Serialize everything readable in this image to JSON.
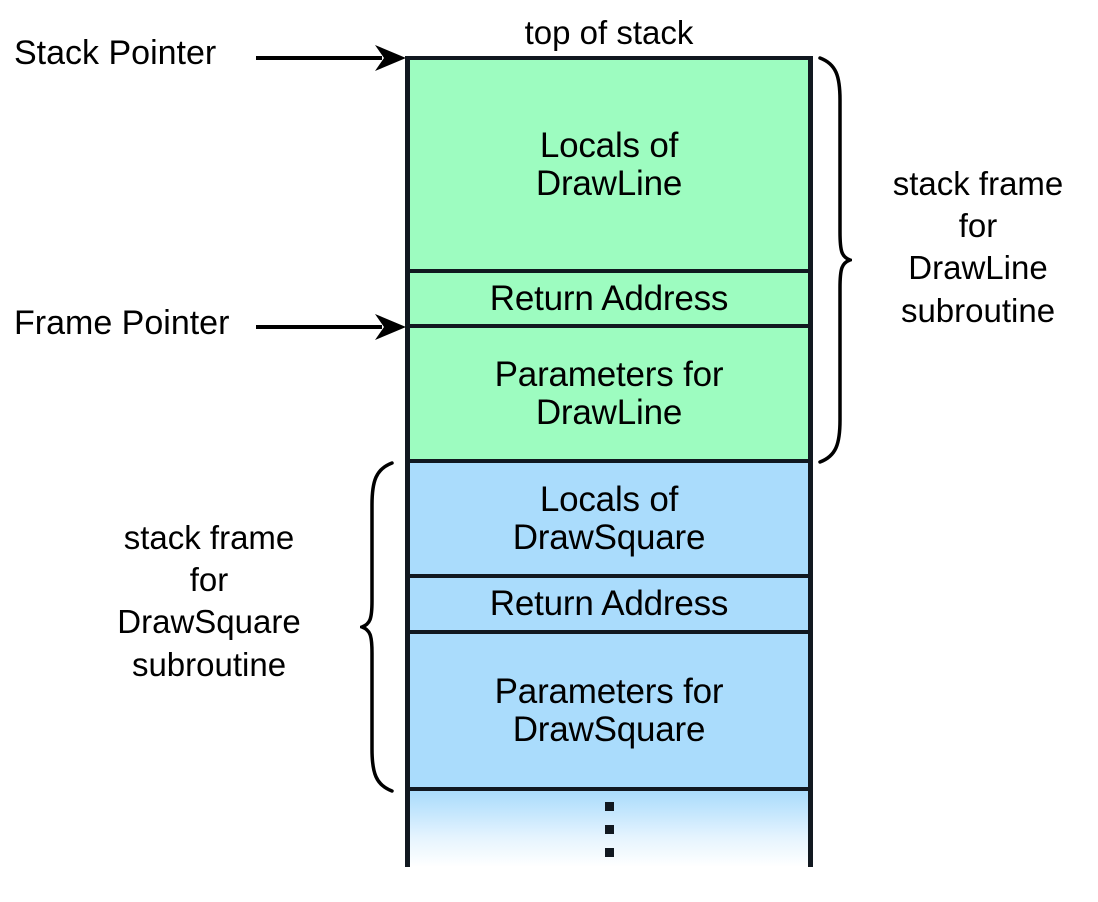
{
  "diagram": {
    "title_label": "top of stack",
    "pointers": [
      {
        "name": "stack-pointer",
        "label": "Stack Pointer",
        "icon": "arrow-right-icon",
        "targets": "top of stack boundary"
      },
      {
        "name": "frame-pointer",
        "label": "Frame Pointer",
        "icon": "arrow-right-icon",
        "targets": "boundary between Return Address and Parameters for DrawLine"
      }
    ],
    "frames": [
      {
        "name": "drawline",
        "color": "#9dfcc0",
        "bracket_label": "stack frame\nfor\nDrawLine\nsubroutine",
        "bracket_side": "right",
        "cells": [
          {
            "name": "locals-drawline",
            "text": "Locals of\nDrawLine"
          },
          {
            "name": "return-address-drawline",
            "text": "Return Address"
          },
          {
            "name": "parameters-drawline",
            "text": "Parameters for\nDrawLine"
          }
        ]
      },
      {
        "name": "drawsquare",
        "color": "#aadcfc",
        "bracket_label": "stack frame\nfor\nDrawSquare\nsubroutine",
        "bracket_side": "left",
        "cells": [
          {
            "name": "locals-drawsquare",
            "text": "Locals of\nDrawSquare"
          },
          {
            "name": "return-address-drawsquare",
            "text": "Return Address"
          },
          {
            "name": "parameters-drawsquare",
            "text": "Parameters for\nDrawSquare"
          }
        ]
      }
    ],
    "continuation": {
      "name": "ellipsis-cell",
      "glyph": "vertical-ellipsis-icon",
      "text": ""
    },
    "colors": {
      "green_frame": "#9dfcc0",
      "blue_frame": "#aadcfc",
      "outline": "#111820",
      "background": "#ffffff"
    }
  }
}
